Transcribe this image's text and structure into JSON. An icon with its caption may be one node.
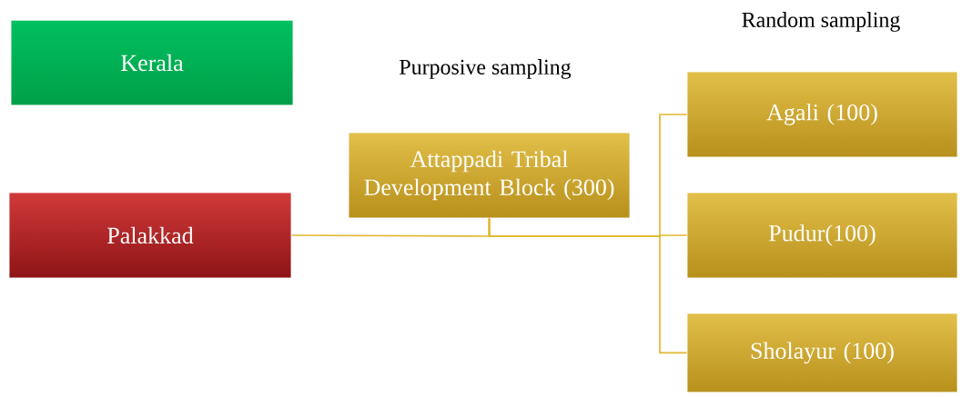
{
  "diagram": {
    "nodes": [
      {
        "text": [
          "Kerala"
        ]
      },
      {
        "text": [
          "Palakkad"
        ]
      },
      {
        "text": [
          "Attappadi Tribal Development Block (300)"
        ]
      },
      {
        "text": [
          "Agali (100)"
        ]
      },
      {
        "text": [
          "Pudur(100)"
        ]
      },
      {
        "text": [
          "Sholayur (100)"
        ]
      }
    ],
    "edges": [
      {
        "from": 1,
        "to": 2,
        "arrow": "none"
      },
      {
        "from": 2,
        "to": 3,
        "arrow": "none"
      },
      {
        "from": 2,
        "to": 4,
        "arrow": "none"
      },
      {
        "from": 2,
        "to": 5,
        "arrow": "none"
      }
    ],
    "labels": [
      "Random sampling",
      "Purposive sampling"
    ]
  }
}
